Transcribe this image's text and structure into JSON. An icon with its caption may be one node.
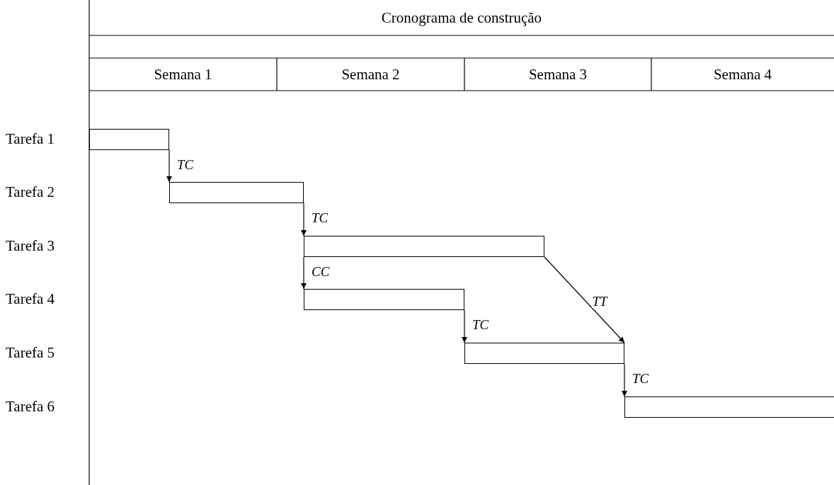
{
  "diagram": {
    "title": "Cronograma de construção",
    "nodes": [
      {
        "text": [],
        "shape": "bar"
      },
      {
        "text": [],
        "shape": "bar"
      },
      {
        "text": [],
        "shape": "bar"
      },
      {
        "text": [],
        "shape": "bar"
      },
      {
        "text": [],
        "shape": "bar"
      },
      {
        "text": [],
        "shape": "bar"
      }
    ],
    "edges": [
      {
        "from": 0,
        "to": 1,
        "arrow": "to",
        "label": "TC"
      },
      {
        "from": 1,
        "to": 2,
        "arrow": "to",
        "label": "TC"
      },
      {
        "from": 2,
        "to": 3,
        "arrow": "to",
        "label": "CC"
      },
      {
        "from": 2,
        "to": 4,
        "arrow": "to",
        "label": "TT"
      },
      {
        "from": 3,
        "to": 4,
        "arrow": "to",
        "label": "TC"
      },
      {
        "from": 4,
        "to": 5,
        "arrow": "to",
        "label": "TC"
      }
    ],
    "labels": [
      "Semana 1",
      "Semana 2",
      "Semana 3",
      "Semana 4",
      "Tarefa 1",
      "Tarefa 2",
      "Tarefa 3",
      "Tarefa 4",
      "Tarefa 5",
      "Tarefa 6"
    ]
  }
}
